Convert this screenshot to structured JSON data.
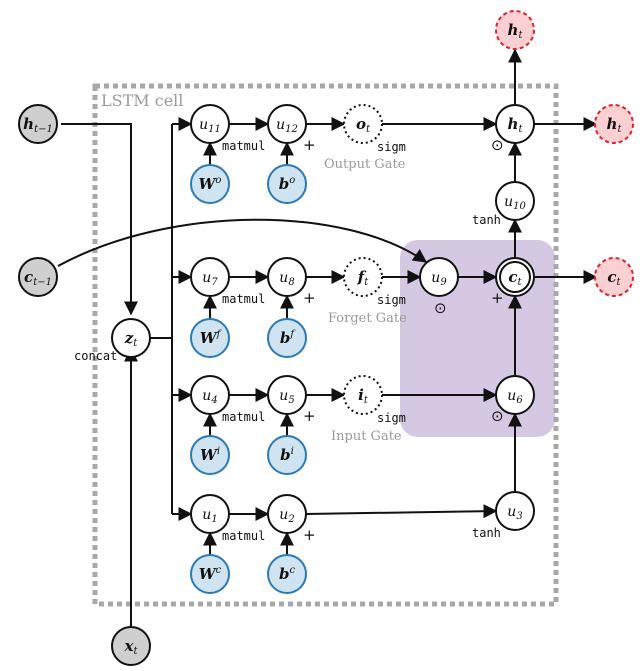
{
  "diagram": {
    "title": "LSTM cell",
    "colors": {
      "input_fill": "#cfcfcf",
      "param_fill": "#cfe3f1",
      "param_stroke": "#2a7ab8",
      "output_fill": "#fbd0d3",
      "output_stroke": "#e0202a",
      "highlight_fill": "#d5c8e3",
      "frame": "#a8a8a8"
    },
    "inputs": {
      "h_prev": {
        "base": "h",
        "sub": "t−1"
      },
      "c_prev": {
        "base": "c",
        "sub": "t−1"
      },
      "x": {
        "base": "x",
        "sub": "t"
      }
    },
    "concat": {
      "node": {
        "base": "z",
        "sub": "t"
      },
      "op": "concat"
    },
    "gates": [
      {
        "caption": "Output Gate",
        "mm": {
          "base": "u",
          "sub": "11"
        },
        "add": {
          "base": "u",
          "sub": "12"
        },
        "act": {
          "base": "o",
          "sub": "t"
        },
        "weight": {
          "base": "W",
          "sup": "o"
        },
        "bias": {
          "base": "b",
          "sup": "o"
        },
        "op_mm": "matmul",
        "op_add": "+",
        "op_act": "sigm"
      },
      {
        "caption": "Forget Gate",
        "mm": {
          "base": "u",
          "sub": "7"
        },
        "add": {
          "base": "u",
          "sub": "8"
        },
        "act": {
          "base": "f",
          "sub": "t"
        },
        "weight": {
          "base": "W",
          "sup": "f"
        },
        "bias": {
          "base": "b",
          "sup": "f"
        },
        "op_mm": "matmul",
        "op_add": "+",
        "op_act": "sigm"
      },
      {
        "caption": "Input Gate",
        "mm": {
          "base": "u",
          "sub": "4"
        },
        "add": {
          "base": "u",
          "sub": "5"
        },
        "act": {
          "base": "i",
          "sub": "t"
        },
        "weight": {
          "base": "W",
          "sup": "i"
        },
        "bias": {
          "base": "b",
          "sup": "i"
        },
        "op_mm": "matmul",
        "op_add": "+",
        "op_act": "sigm"
      },
      {
        "caption": "",
        "mm": {
          "base": "u",
          "sub": "1"
        },
        "add": {
          "base": "u",
          "sub": "2"
        },
        "act": null,
        "weight": {
          "base": "W",
          "sup": "c"
        },
        "bias": {
          "base": "b",
          "sup": "c"
        },
        "op_mm": "matmul",
        "op_add": "+",
        "op_act": ""
      }
    ],
    "cell": {
      "u9": {
        "base": "u",
        "sub": "9"
      },
      "c": {
        "base": "c",
        "sub": "t"
      },
      "u6": {
        "base": "u",
        "sub": "6"
      },
      "u3": {
        "base": "u",
        "sub": "3"
      },
      "u10": {
        "base": "u",
        "sub": "10"
      },
      "h": {
        "base": "h",
        "sub": "t"
      }
    },
    "ops": {
      "tanh": "tanh",
      "hadamard": "⊙",
      "plus": "+"
    },
    "outputs": {
      "h_top": {
        "base": "h",
        "sub": "t"
      },
      "h_right": {
        "base": "h",
        "sub": "t"
      },
      "c_right": {
        "base": "c",
        "sub": "t"
      }
    }
  }
}
